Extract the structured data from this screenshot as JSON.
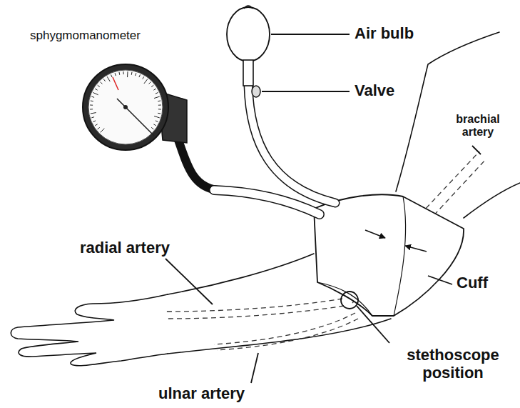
{
  "diagram": {
    "labels": [
      "sphygmomanometer",
      "Air bulb",
      "Valve",
      "brachial artery",
      "Cuff",
      "radial artery",
      "stethoscope position",
      "ulnar artery"
    ]
  }
}
